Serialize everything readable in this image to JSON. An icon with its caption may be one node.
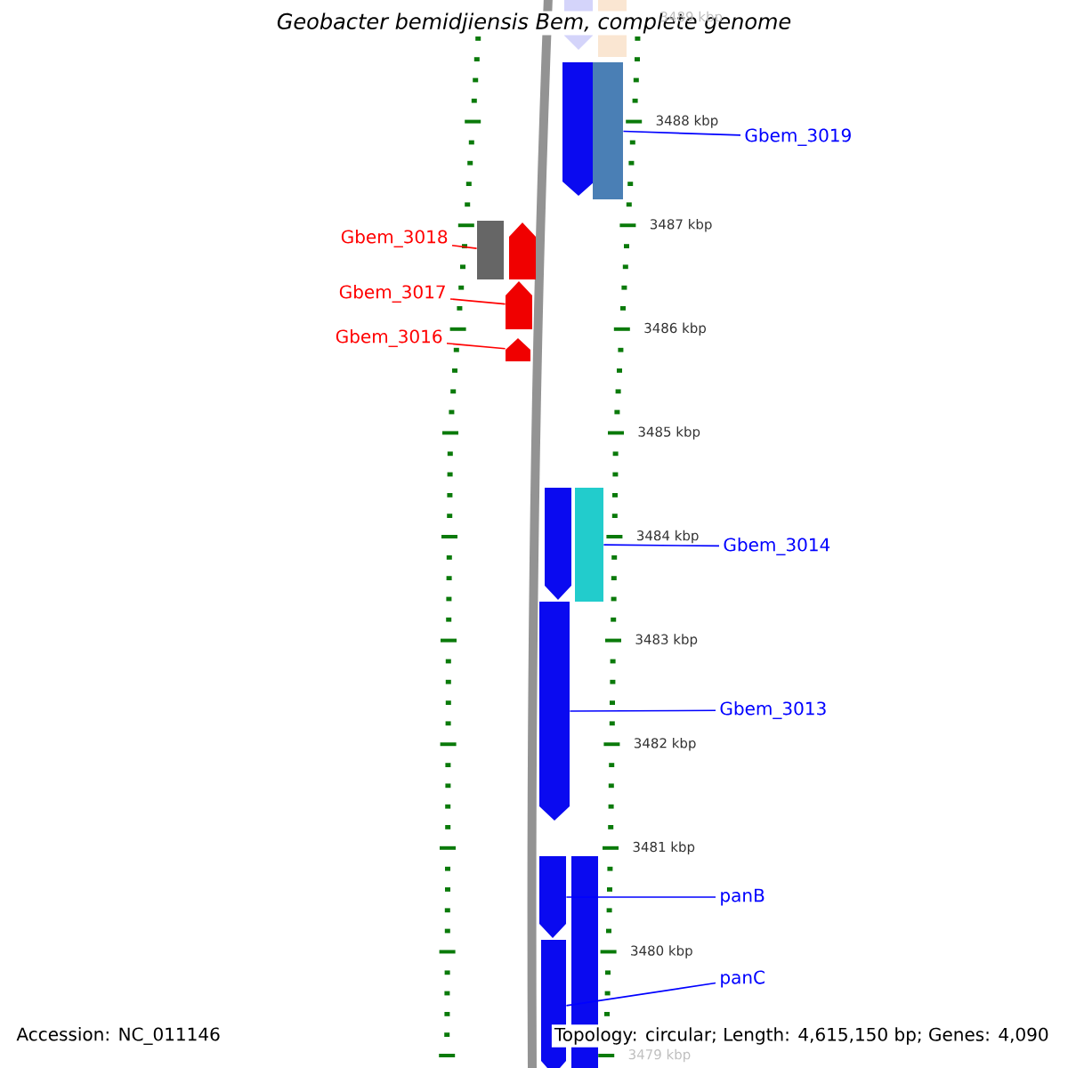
{
  "diagram": {
    "title": "Geobacter bemidjiensis Bem, complete genome",
    "nodes": [
      {
        "text": [
          "Gbem_3019"
        ]
      },
      {
        "text": [
          "Gbem_3018"
        ]
      },
      {
        "text": [
          "Gbem_3017"
        ]
      },
      {
        "text": [
          "Gbem_3016"
        ]
      },
      {
        "text": [
          "Gbem_3014"
        ]
      },
      {
        "text": [
          "Gbem_3013"
        ]
      },
      {
        "text": [
          "panB"
        ]
      },
      {
        "text": [
          "panC"
        ]
      },
      {
        "text": [],
        "shape": "pentagon"
      },
      {
        "text": [],
        "shape": "box"
      },
      {
        "text": [],
        "shape": "pentagon"
      },
      {
        "text": [],
        "shape": "box"
      },
      {
        "text": [],
        "shape": "box"
      },
      {
        "text": [],
        "shape": "pentagon"
      },
      {
        "text": [],
        "shape": "pentagon"
      },
      {
        "text": [],
        "shape": "pentagon"
      },
      {
        "text": [],
        "shape": "pentagon"
      },
      {
        "text": [],
        "shape": "box"
      },
      {
        "text": [],
        "shape": "pentagon"
      },
      {
        "text": [],
        "shape": "pentagon"
      },
      {
        "text": [],
        "shape": "pentagon"
      },
      {
        "text": [],
        "shape": "box"
      }
    ],
    "edges": [
      {
        "from": 0,
        "to": 11,
        "arrow": "none"
      },
      {
        "from": 1,
        "to": 12,
        "arrow": "none",
        "color": "#ff0000"
      },
      {
        "from": 2,
        "to": 14,
        "arrow": "none",
        "color": "#ff0000"
      },
      {
        "from": 3,
        "to": 15,
        "arrow": "none",
        "color": "#ff0000"
      },
      {
        "from": 4,
        "to": 17,
        "arrow": "none"
      },
      {
        "from": 5,
        "to": 18,
        "arrow": "none"
      },
      {
        "from": 6,
        "to": 19,
        "arrow": "none"
      },
      {
        "from": 7,
        "to": 20,
        "arrow": "none"
      }
    ],
    "labels": [
      "3489 kbp",
      "3488 kbp",
      "3487 kbp",
      "3486 kbp",
      "3485 kbp",
      "3484 kbp",
      "3483 kbp",
      "3482 kbp",
      "3481 kbp",
      "3480 kbp",
      "3479 kbp",
      "Accession: NC_011146",
      "Topology: circular; Length: 4,615,150 bp; Genes: 4,090"
    ]
  }
}
